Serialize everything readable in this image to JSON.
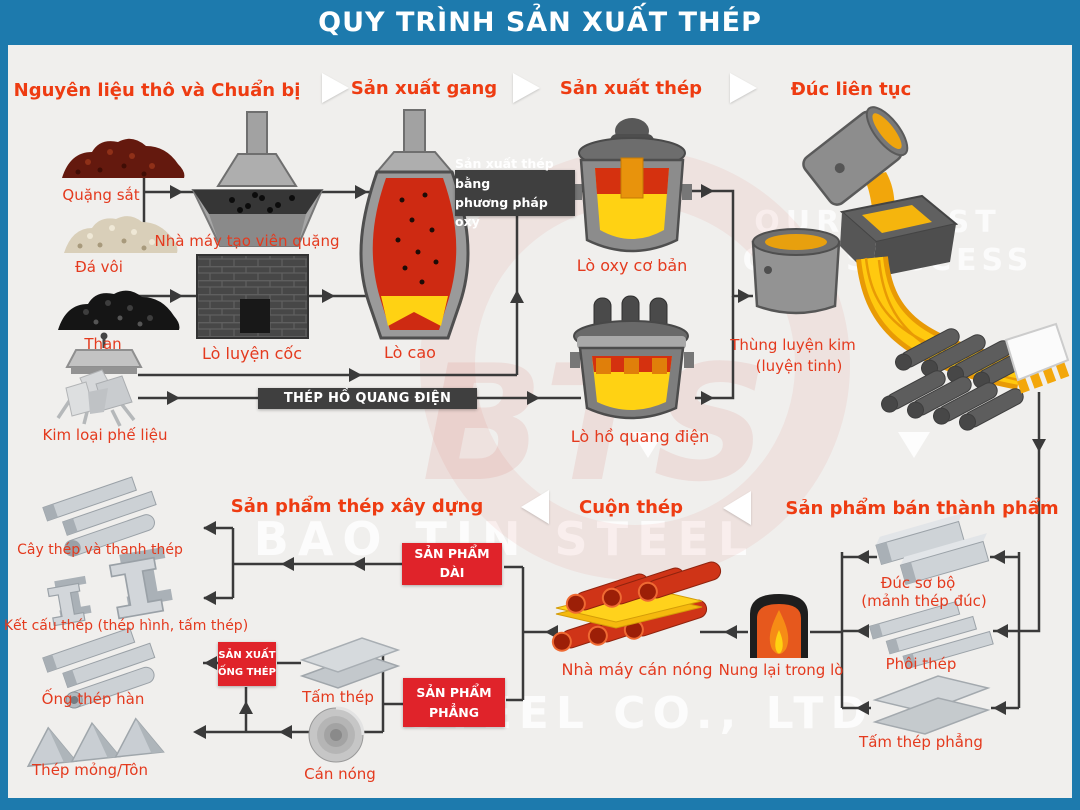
{
  "title": "QUY TRÌNH SẢN XUẤT THÉP",
  "colors": {
    "frame_blue": "#1d7aad",
    "background": "#f0efed",
    "header_red": "#ee3c12",
    "label_red": "#e43a1e",
    "box_red": "#e0232a",
    "box_dark": "#3f3f3f",
    "line_dark": "#3a3a3a",
    "molten_yellow": "#ffd213",
    "molten_red": "#d5310f"
  },
  "sections": {
    "raw_prep": "Nguyên liệu thô và Chuẩn bị",
    "iron_making": "Sản xuất gang",
    "steel_making": "Sản xuất thép",
    "continuous_casting": "Đúc liên tục",
    "construction_products": "Sản phẩm thép xây dựng",
    "steel_coil": "Cuộn thép",
    "semi_finished": "Sản phẩm bán thành phẩm"
  },
  "stations": {
    "iron_ore": "Quặng sắt",
    "limestone": "Đá vôi",
    "coal": "Than",
    "scrap": "Kim loại phế liệu",
    "pellet_plant": "Nhà máy tạo viên quặng",
    "coke_oven": "Lò luyện cốc",
    "blast_furnace": "Lò cao",
    "bof": "Lò oxy cơ bản",
    "eaf": "Lò hồ quang điện",
    "ladle_line1": "Thùng luyện kim",
    "ladle_line2": "(luyện tinh)",
    "rebar": "Cây thép và thanh thép",
    "structural": "Kết cấu thép (thép hình, tấm thép)",
    "welded_pipe": "Ống thép hàn",
    "thin_sheet": "Thép mỏng/Tôn",
    "plate": "Tấm thép",
    "hot_coil": "Cán nóng",
    "hot_mill": "Nhà máy cán nóng",
    "reheat": "Nung lại trong lò",
    "blooms_line1": "Đúc sơ bộ",
    "blooms_line2": "(mảnh thép đúc)",
    "billets": "Phôi thép",
    "slabs": "Tấm thép phẳng"
  },
  "process_boxes": {
    "oxygen_line1": "Sản xuất thép bằng",
    "oxygen_line2": "phương pháp oxy",
    "eaf_route": "THÉP HỒ QUANG ĐIỆN",
    "long_line1": "SẢN PHẨM",
    "long_line2": "DÀI",
    "pipe_line1": "SẢN XUẤT",
    "pipe_line2": "ỐNG THÉP",
    "flat_line1": "SẢN PHẨM",
    "flat_line2": "PHẲNG"
  },
  "watermark": {
    "trust": "OUR TRUST",
    "success": "OUR SUCCESS",
    "brand": "BTS",
    "name": "BAO TIN STEEL",
    "company": "STEEL CO., LTD"
  }
}
